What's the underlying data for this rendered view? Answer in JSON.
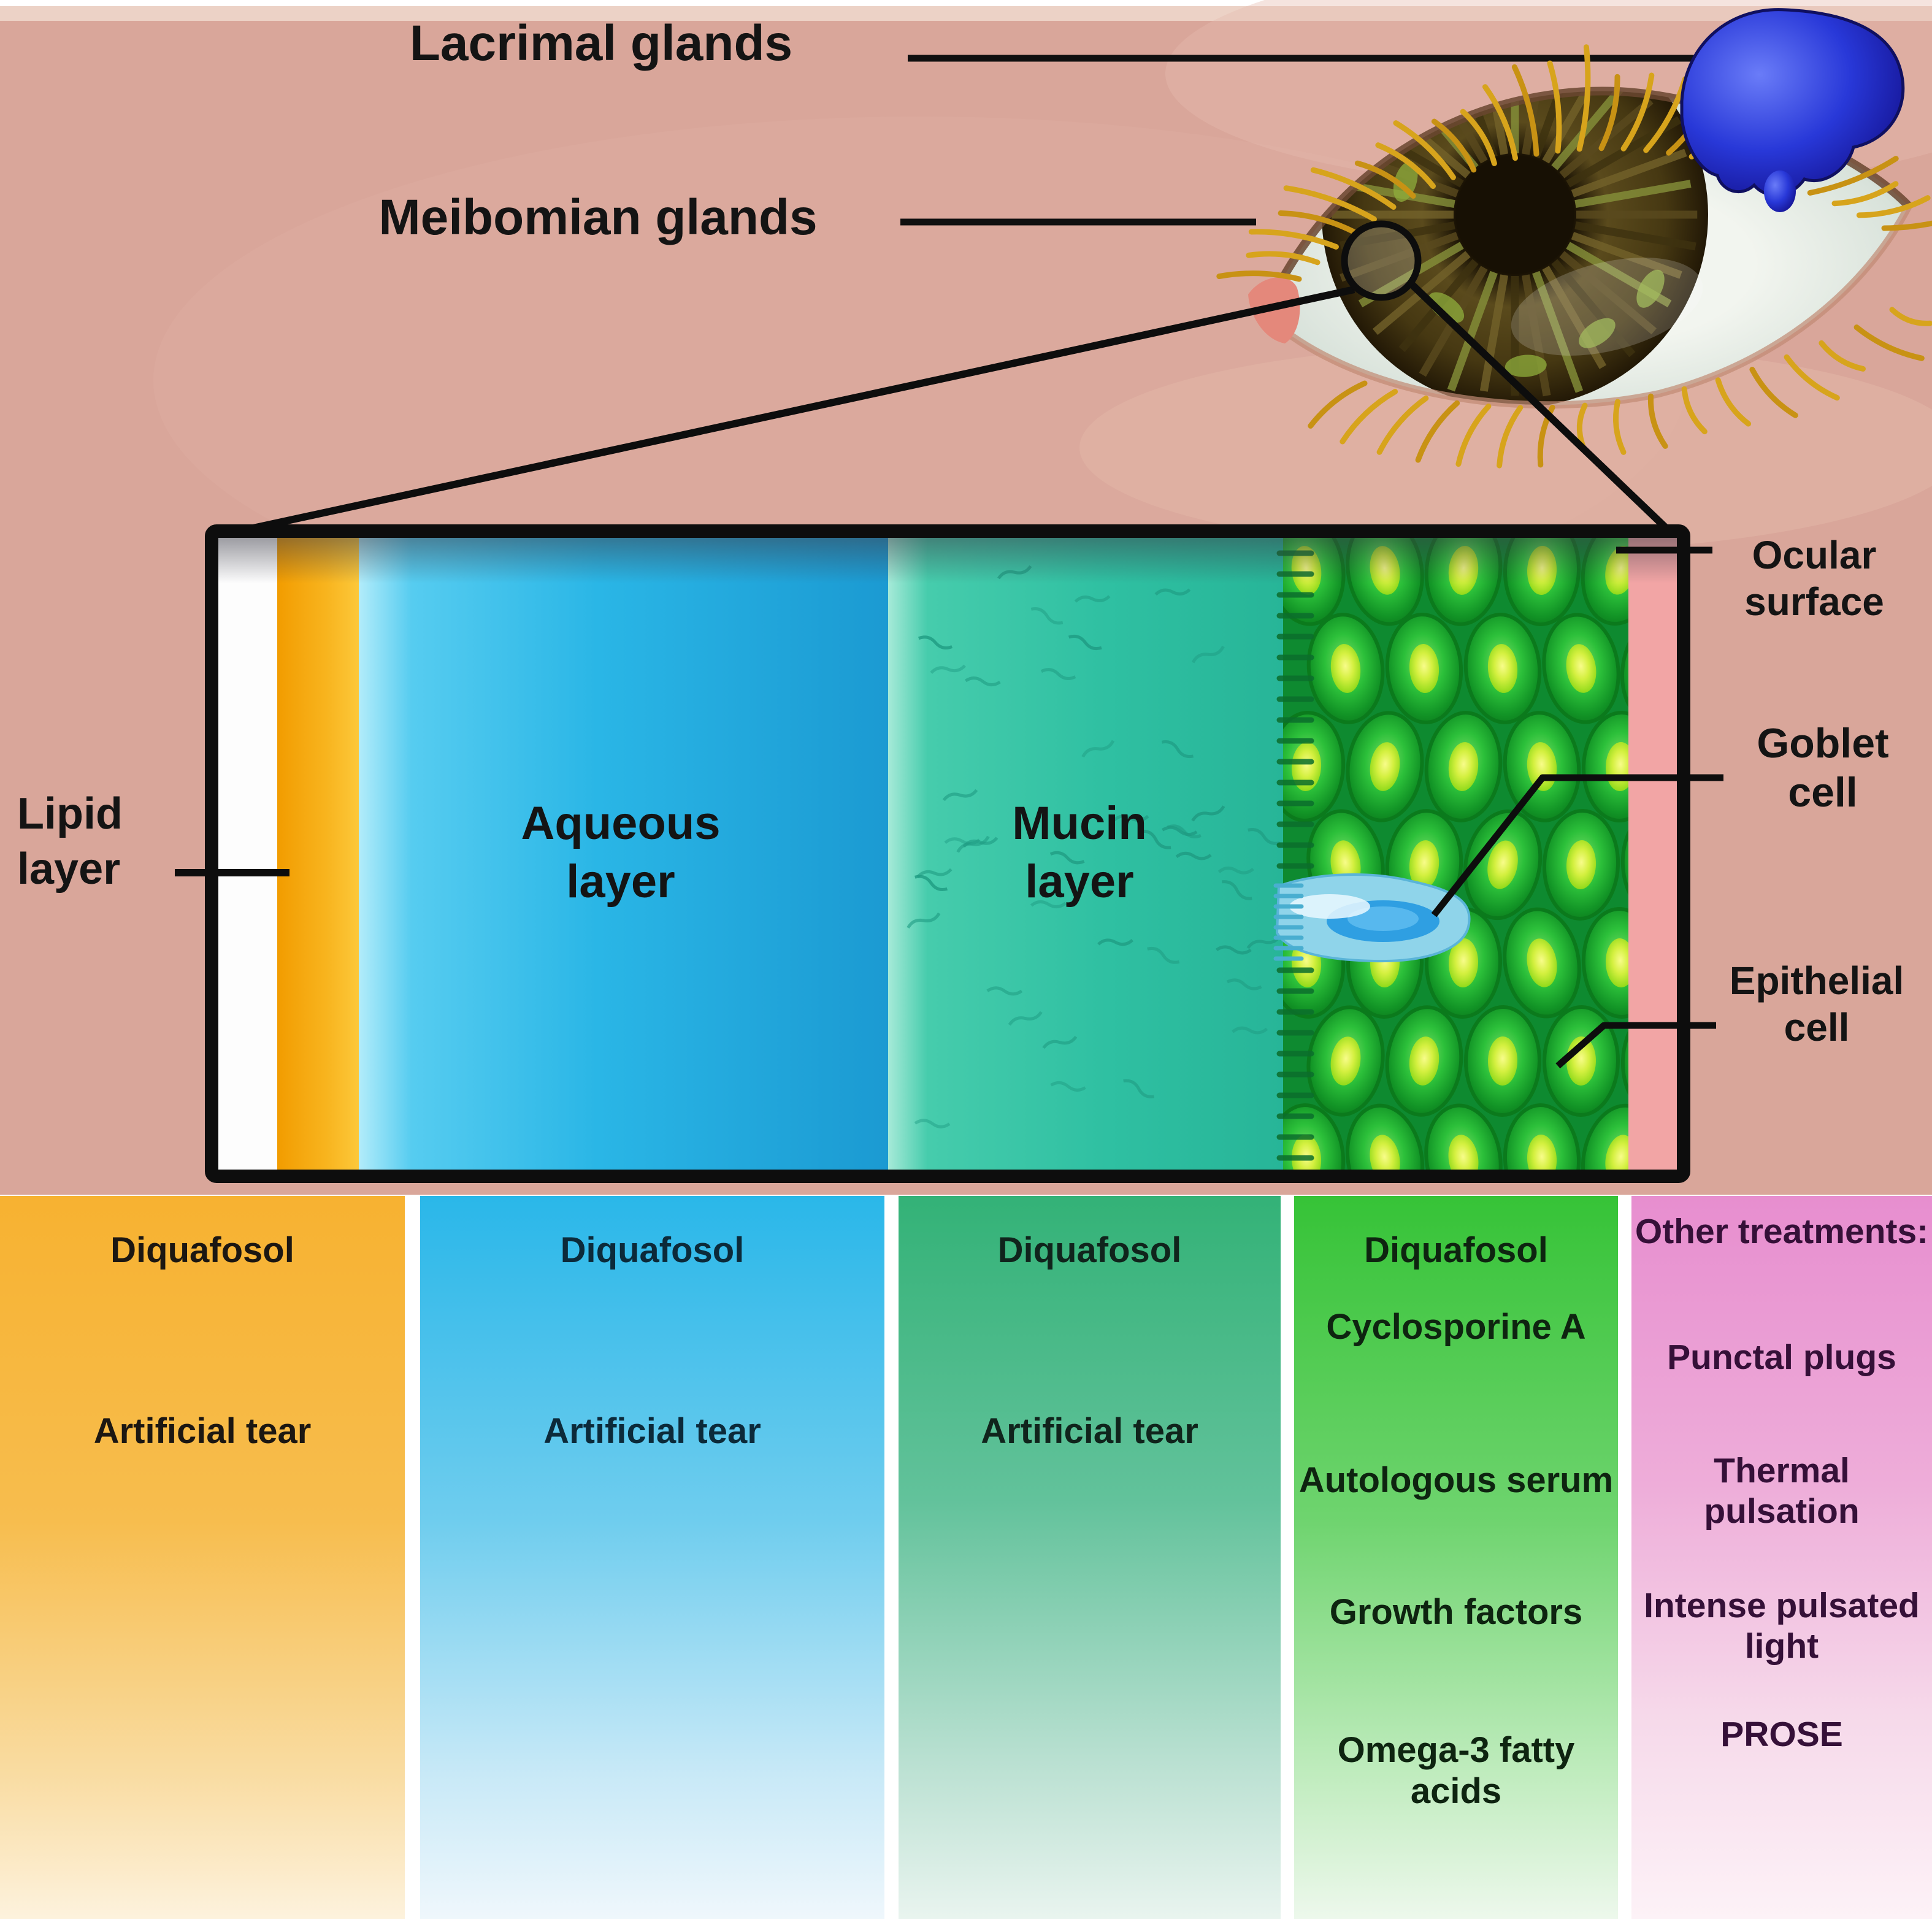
{
  "anatomy_labels": {
    "lacrimal": "Lacrimal glands",
    "meibomian": "Meibomian glands"
  },
  "tear_film_labels": {
    "lipid": "Lipid layer",
    "aqueous": "Aqueous layer",
    "mucin": "Mucin layer",
    "ocular_surface": "Ocular surface",
    "goblet": "Goblet cell",
    "epithelial": "Epithelial cell"
  },
  "treatment_columns": [
    {
      "items": [
        "Diquafosol",
        "Artificial tear"
      ]
    },
    {
      "items": [
        "Diquafosol",
        "Artificial tear"
      ]
    },
    {
      "items": [
        "Diquafosol",
        "Artificial tear"
      ]
    },
    {
      "items": [
        "Diquafosol",
        "Cyclosporine A",
        "Autologous serum",
        "Growth factors",
        "Omega-3 fatty acids"
      ]
    },
    {
      "items": [
        "Other treatments:",
        "Punctal plugs",
        "Thermal pulsation",
        "Intense pulsated light",
        "PROSE"
      ]
    }
  ],
  "colors": {
    "background_skin": "#d9a69a",
    "lacrimal_gland_blue": "#2838d8",
    "lipid_orange": "#f6ac00",
    "aqueous_blue": "#29b4e4",
    "mucin_teal": "#2fc0a2",
    "epithelial_green": "#16a828",
    "goblet_cell_blue": "#8fd4ea",
    "ocular_surface_pink": "#f2a5a5",
    "column_lipid_top": "#f7b231",
    "column_aqueous_top": "#2ab7e9",
    "column_mucin_top": "#33b277",
    "column_cells_top": "#36c337",
    "column_other_top": "#e78ecf",
    "label_text": "#141414"
  }
}
